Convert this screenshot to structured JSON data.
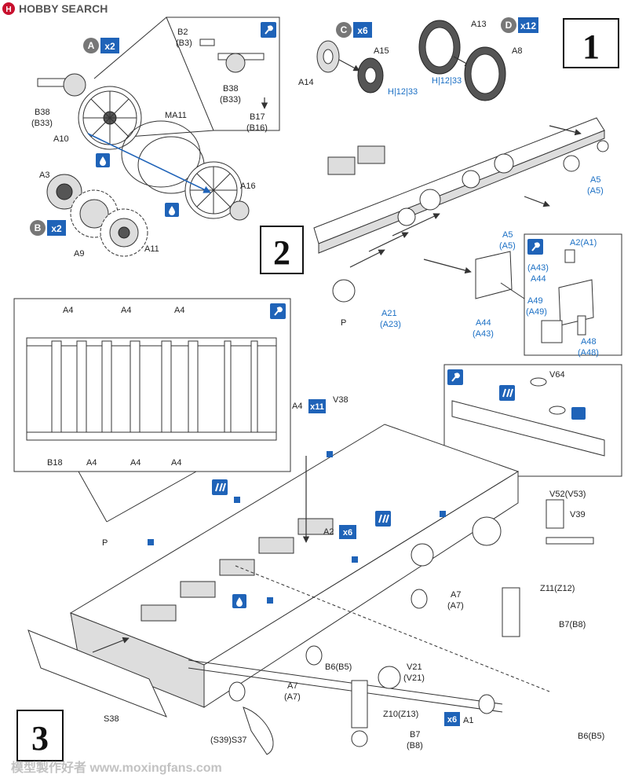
{
  "watermark_top": {
    "brand": "HOBBY SEARCH"
  },
  "watermark_bottom": {
    "text": "模型製作好者 www.moxingfans.com"
  },
  "steps": [
    "1",
    "2",
    "3"
  ],
  "badges": [
    {
      "letter": "A",
      "count": "x2"
    },
    {
      "letter": "B",
      "count": "x2"
    },
    {
      "letter": "C",
      "count": "x6"
    },
    {
      "letter": "D",
      "count": "x12"
    }
  ],
  "step1": {
    "labels": [
      "A10",
      "MA11",
      "A16",
      "A3",
      "A9",
      "A11",
      "B38",
      "(B33)",
      "B2",
      "(B3)",
      "B38",
      "(B33)",
      "B17",
      "(B16)",
      "A14",
      "A15",
      "A13",
      "A8"
    ],
    "paint_codes": [
      "H|12|33",
      "H|12|33"
    ]
  },
  "step2": {
    "labels": [
      "A5",
      "(A5)",
      "A5",
      "(A5)",
      "A21",
      "(A23)",
      "A44",
      "(A43)",
      "P",
      "A2(A1)",
      "(A43)",
      "A44",
      "A49",
      "(A49)",
      "A48",
      "(A48)"
    ]
  },
  "step3": {
    "labels": [
      "A4",
      "A4",
      "A4",
      "A4",
      "A4",
      "A4",
      "B18",
      "A4",
      "x11",
      "V38",
      "V64",
      "P",
      "P",
      "A2",
      "x6",
      "V52(V53)",
      "V39",
      "A7",
      "(A7)",
      "Z11(Z12)",
      "B7(B8)",
      "B6(B5)",
      "V21",
      "(V21)",
      "A7",
      "(A7)",
      "Z10(Z13)",
      "B7",
      "(B8)",
      "S38",
      "(S39)S37",
      "x6",
      "A1",
      "B6(B5)"
    ]
  }
}
